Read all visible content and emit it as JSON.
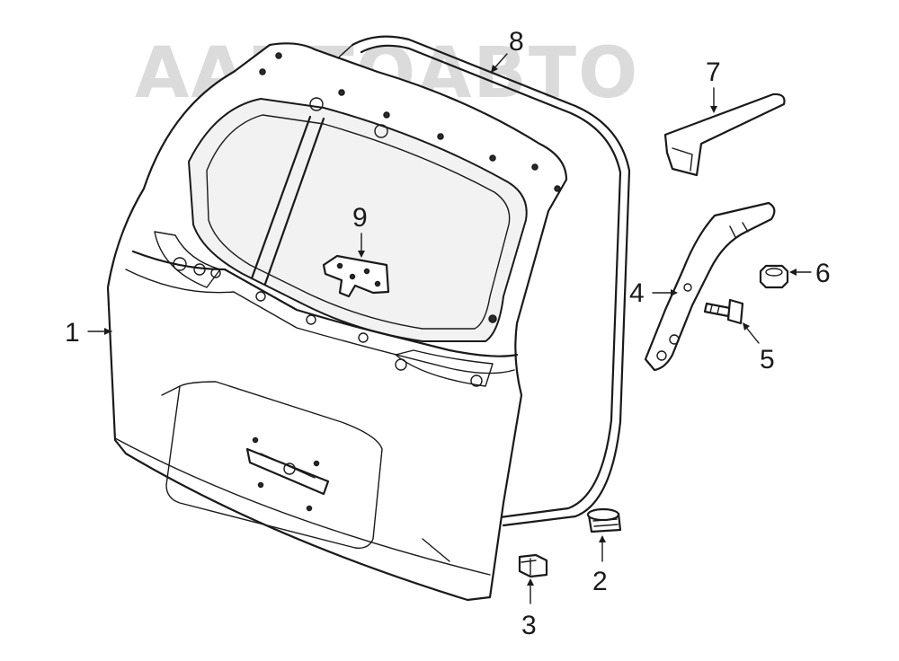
{
  "watermark": {
    "text": "ААКТОАВТО"
  },
  "callouts": {
    "c1": "1",
    "c2": "2",
    "c3": "3",
    "c4": "4",
    "c5": "5",
    "c6": "6",
    "c7": "7",
    "c8": "8",
    "c9": "9"
  },
  "colors": {
    "line": "#1a1a1a",
    "watermark": "#cfcfcf",
    "background": "#ffffff"
  }
}
